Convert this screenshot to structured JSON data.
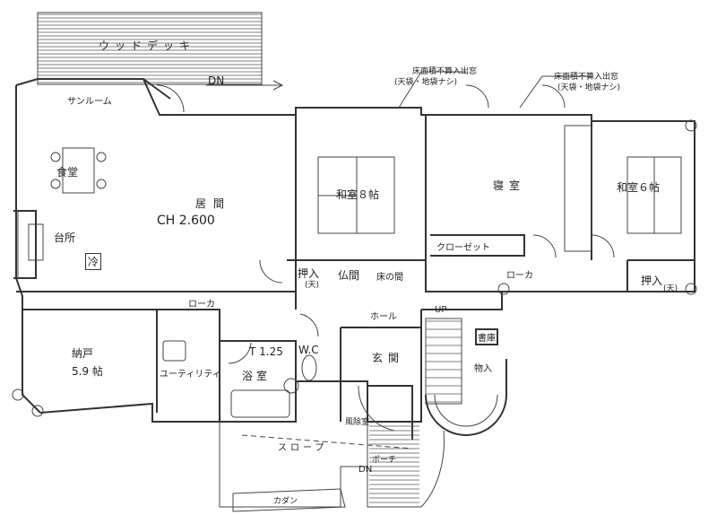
{
  "title": "間取り図",
  "rooms": {
    "wood_deck": "ウッドデッキ",
    "sunroom": "サンルーム",
    "dining": "食堂",
    "living": "居間",
    "ceiling_height": "CH 2.600",
    "kitchen": "台所",
    "fridge": "冷",
    "washitsu8": "和室８帖",
    "bedroom": "寝室",
    "washitsu6": "和室６帖",
    "closet": "クローゼット",
    "oshiire1": "押入",
    "oshiire1_sub": "(天)",
    "butsuma": "仏間",
    "tokonoma": "床の間",
    "oshiire2": "押入",
    "oshiire2_sub": "(天)",
    "corridor1": "ローカ",
    "corridor2": "ローカ",
    "hall": "ホール",
    "storage": "納戸",
    "storage_size": "5.9 帖",
    "utility": "ユーティリティ",
    "bath_size": "T 1.25",
    "bath": "浴室",
    "wc": "W.C",
    "entrance": "玄関",
    "library": "書庫",
    "closet2": "物入",
    "windbreak": "風除室",
    "slope": "スロープ",
    "porch": "ポーチ",
    "flowerbed": "カダン"
  },
  "arrows": {
    "dn_deck": "DN",
    "up_stairs": "UP",
    "dn_porch": "DN"
  },
  "notes": {
    "bay_window_1": "床面積不算入出窓",
    "bay_window_1_sub": "(天袋・地袋ナシ)",
    "bay_window_2": "床面積不算入出窓",
    "bay_window_2_sub": "(天袋・地袋ナシ)"
  }
}
